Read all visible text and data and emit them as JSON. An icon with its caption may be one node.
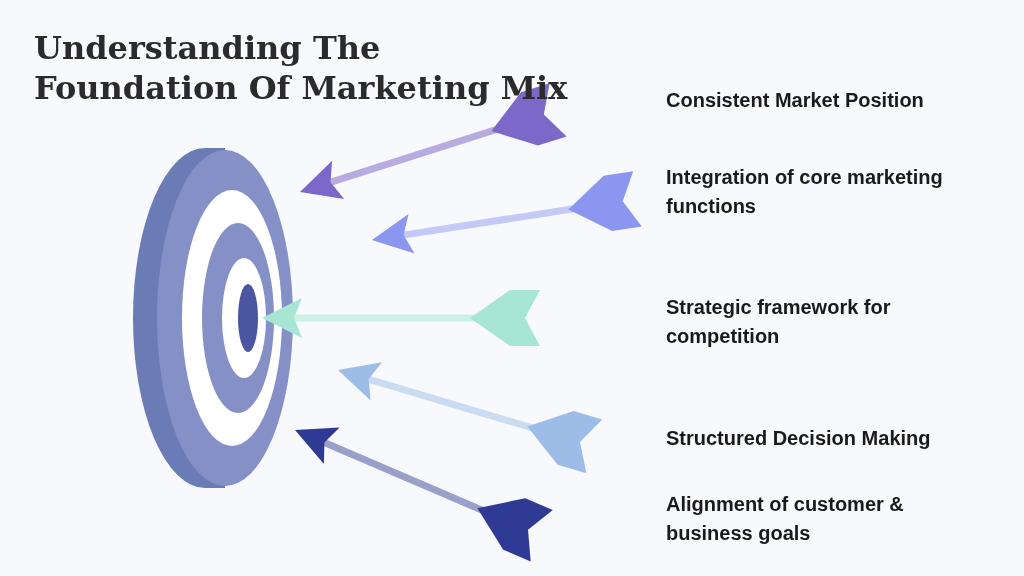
{
  "diagram": {
    "title": "Understanding The Foundation Of Marketing Mix",
    "labels": [
      "Consistent Market Position",
      "Integration of core marketing functions",
      "Strategic framework for competition",
      "Structured Decision Making",
      "Alignment of customer & business goals"
    ]
  }
}
